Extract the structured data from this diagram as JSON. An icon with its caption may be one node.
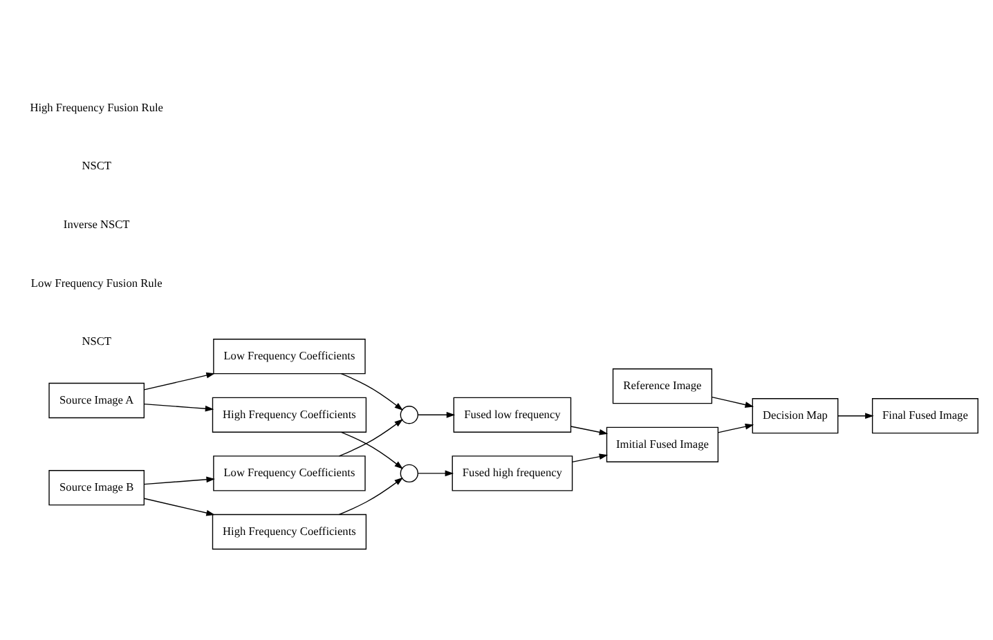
{
  "diagram": {
    "nodes": [
      {
        "text": [
          "Source Image A"
        ]
      },
      {
        "text": [
          "Low Frequency Coefficients"
        ]
      },
      {
        "text": [
          "High Frequency Coefficients"
        ]
      },
      {
        "text": [],
        "shape": "circle"
      },
      {
        "text": [
          "Fused low frequency"
        ]
      },
      {
        "text": [
          "Reference Image"
        ]
      },
      {
        "text": [
          "Source Image B"
        ]
      },
      {
        "text": [
          "Low Frequency Coefficients"
        ]
      },
      {
        "text": [
          "High Frequency Coefficients"
        ]
      },
      {
        "text": [],
        "shape": "circle"
      },
      {
        "text": [
          "Fused high frequency"
        ]
      },
      {
        "text": [
          "Imitial Fused Image"
        ]
      },
      {
        "text": [
          "Decision Map"
        ]
      },
      {
        "text": [
          "Final Fused Image"
        ]
      }
    ],
    "edges": [
      {
        "from": 0,
        "to": 1,
        "arrow": "to"
      },
      {
        "from": 0,
        "to": 2,
        "arrow": "to"
      },
      {
        "from": 1,
        "to": 3,
        "arrow": "to"
      },
      {
        "from": 7,
        "to": 3,
        "arrow": "to"
      },
      {
        "from": 3,
        "to": 4,
        "arrow": "to"
      },
      {
        "from": 6,
        "to": 7,
        "arrow": "to"
      },
      {
        "from": 6,
        "to": 8,
        "arrow": "to"
      },
      {
        "from": 2,
        "to": 9,
        "arrow": "to"
      },
      {
        "from": 8,
        "to": 9,
        "arrow": "to"
      },
      {
        "from": 9,
        "to": 10,
        "arrow": "to"
      },
      {
        "from": 4,
        "to": 11,
        "arrow": "to"
      },
      {
        "from": 10,
        "to": 11,
        "arrow": "to"
      },
      {
        "from": 11,
        "to": 12,
        "arrow": "to"
      },
      {
        "from": 5,
        "to": 12,
        "arrow": "to"
      },
      {
        "from": 12,
        "to": 13,
        "arrow": "to"
      }
    ],
    "labels": [
      "NSCT",
      "Low Frequency Fusion Rule",
      "Inverse NSCT",
      "NSCT",
      "High Frequency Fusion Rule"
    ]
  }
}
